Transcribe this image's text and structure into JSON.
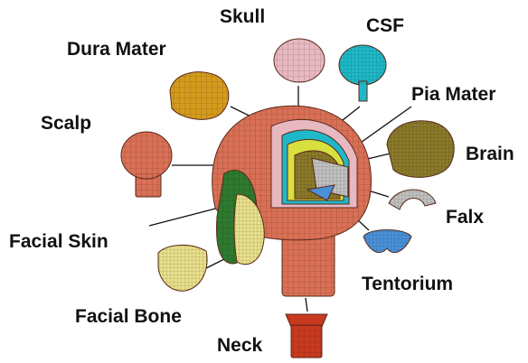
{
  "labels": {
    "skull": "Skull",
    "csf": "CSF",
    "dura_mater": "Dura Mater",
    "pia_mater": "Pia Mater",
    "scalp": "Scalp",
    "brain": "Brain",
    "falx": "Falx",
    "facial_skin": "Facial Skin",
    "tentorium": "Tentorium",
    "facial_bone": "Facial Bone",
    "neck": "Neck"
  },
  "colors": {
    "scalp": "#d97055",
    "skull": "#e8b8c0",
    "csf": "#1fb8c8",
    "dura_mater": "#d49a1e",
    "pia_mater": "#d8e040",
    "brain": "#8a7a2a",
    "falx": "#c0c0c0",
    "tentorium": "#4a90d8",
    "facial_skin": "#2e7a2e",
    "facial_bone": "#e8e08a",
    "neck": "#c83a20"
  }
}
